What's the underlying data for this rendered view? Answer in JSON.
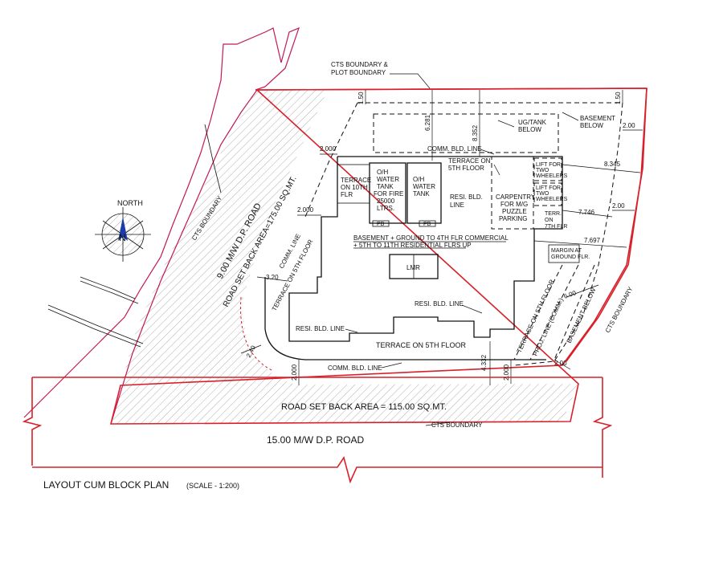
{
  "labels": {
    "cts_plot_boundary_1": "CTS BOUNDARY &",
    "cts_plot_boundary_2": "PLOT BOUNDARY",
    "cts_boundary": "CTS BOUNDARY",
    "basement_below_1": "BASEMENT",
    "basement_below_2": "BELOW",
    "ug_tank_1": "UG/TANK",
    "ug_tank_2": "BELOW",
    "comm_bld_line": "COMM. BLD. LINE",
    "terrace_5th_1": "TERRACE ON",
    "terrace_5th_2": "5TH FLOOR",
    "terrace_10th_1": "TERRACE",
    "terrace_10th_2": "ON 10TH",
    "terrace_10th_3": "FLR",
    "oh_fire_1": "O/H",
    "oh_fire_2": "WATER",
    "oh_fire_3": "TANK",
    "oh_fire_4": "FOR FIRE",
    "oh_fire_5": "25000",
    "oh_fire_6": "LTRS.",
    "oh_water_1": "O/H",
    "oh_water_2": "WATER",
    "oh_water_3": "TANK",
    "resi_bld_line_1": "RESI. BLD.",
    "resi_bld_line_2": "LINE",
    "resi_bld_line": "RESI. BLD. LINE",
    "carpentry_1": "CARPENTRY",
    "carpentry_2": "FOR M/G",
    "carpentry_3": "PUZZLE",
    "carpentry_4": "PARKING",
    "lift_1a": "LIFT FOR",
    "lift_1b": "TWO",
    "lift_1c": "WHEELERS",
    "lift_2a": "LIFT FOR",
    "lift_2b": "TWO",
    "lift_2c": "WHEELERS",
    "terr_7th_1": "TERR.",
    "terr_7th_2": "ON",
    "terr_7th_3": "7TH FLR",
    "margin_ground_1": "MARGIN AT",
    "margin_ground_2": "GROUND FLR.",
    "program_line1": "BASEMENT + GROUND TO 4TH FLR COMMERCIAL",
    "program_line2": "+ 5TH TO 11TH RESIDENTIAL FLRS UP",
    "lmr": "LMR",
    "pb": "PB",
    "terrace_on_5th_floor": "TERRACE ON 5TH FLOOR",
    "comm_line": "COMM. LINE",
    "terrace_on_5th_floor_rot": "TERRACE ON 5TH FLOOR",
    "proj_line": "PROJ. LINE (COMM.)",
    "basement_below_rot": "BASEMENT BELOW",
    "north": "NORTH",
    "north_letter": "N",
    "road_9m": "9.00  M/W D.P. ROAD",
    "road_setback_left": "ROAD SET BACK AREA=175.00 SQ.MT.",
    "road_setback_bottom": "ROAD SET BACK AREA = 115.00 SQ.MT.",
    "road_15m": "15.00   M/W D.P. ROAD",
    "title": "LAYOUT CUM BLOCK PLAN",
    "scale": "(SCALE - 1:200)"
  },
  "dimensions": {
    "d_150_left": "1.50",
    "d_150_right": "1.50",
    "d_6281": "6.281",
    "d_8352": "8.352",
    "d_200_top_right": "2.00",
    "d_2000_top_left": "2.000",
    "d_8345": "8.345",
    "d_200_mid_right": "2.00",
    "d_7746": "7.746",
    "d_7697": "7.697",
    "d_2000_left": "2.000",
    "d_320": "3.20",
    "d_240": "2.40",
    "d_600": "6.00",
    "d_4332": "4.332",
    "d_2000_bottom_left": "2.000",
    "d_2000_bottom_mid": "2.000",
    "d_200_bottom_right": "2.00"
  }
}
